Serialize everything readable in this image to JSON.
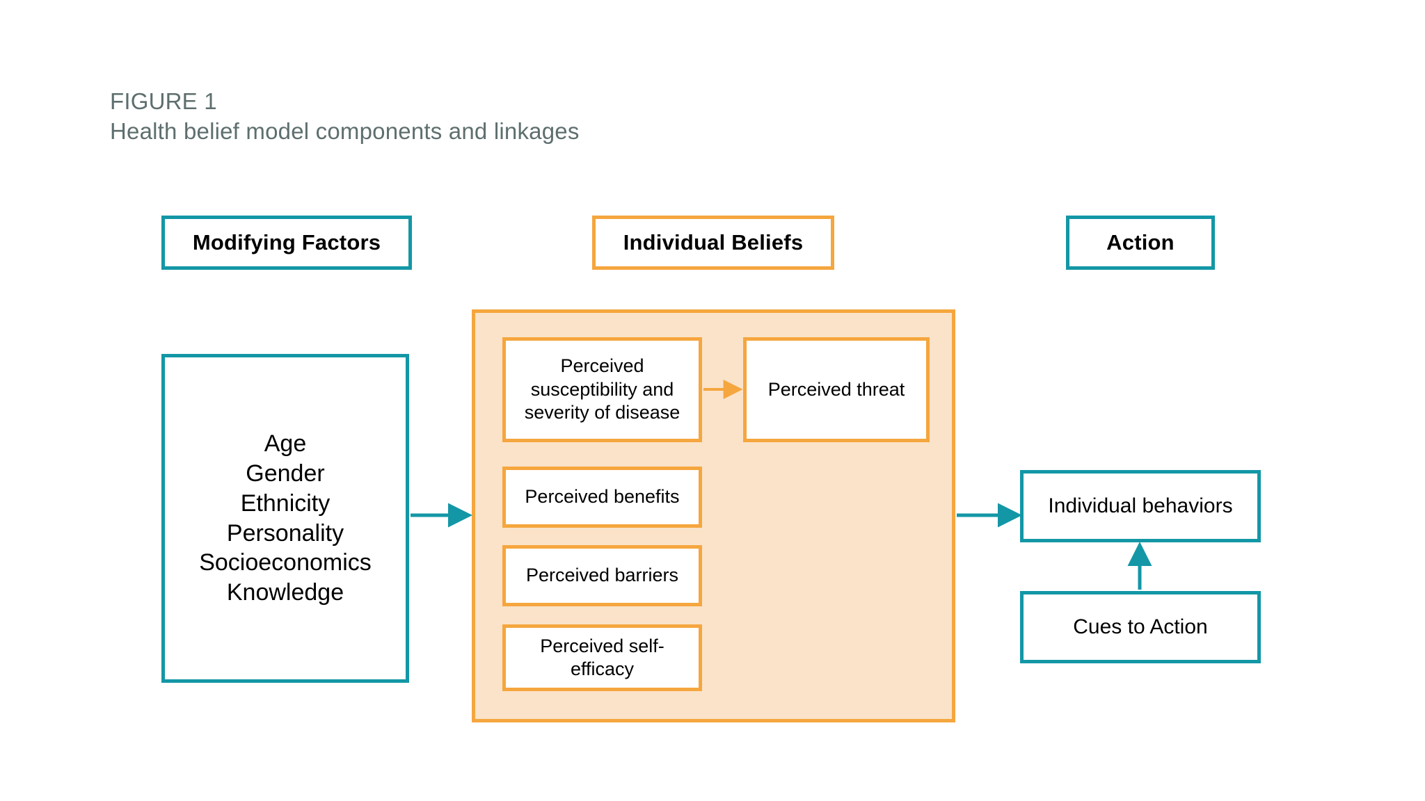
{
  "figure": {
    "label": "FIGURE 1",
    "title": "Health belief model components and linkages"
  },
  "colors": {
    "teal": "#1397a6",
    "orange": "#f5a63e",
    "panel_fill": "#fae3c9",
    "caption_gray": "#5e6e6e",
    "text_black": "#000000",
    "background": "#ffffff"
  },
  "columns": {
    "modifying_factors": {
      "header": "Modifying Factors",
      "accent": "#1397a6"
    },
    "individual_beliefs": {
      "header": "Individual Beliefs",
      "accent": "#f5a63e"
    },
    "action": {
      "header": "Action",
      "accent": "#1397a6"
    }
  },
  "modifying_factors_box": {
    "items": [
      "Age",
      "Gender",
      "Ethnicity",
      "Personality",
      "Socioeconomics",
      "Knowledge"
    ],
    "text": "Age\nGender\nEthnicity\nPersonality\nSocioeconomics\nKnowledge"
  },
  "beliefs": {
    "susceptibility": "Perceived susceptibility and severity of disease",
    "threat": "Perceived threat",
    "benefits": "Perceived benefits",
    "barriers": "Perceived barriers",
    "self_efficacy": "Perceived self-efficacy"
  },
  "action_boxes": {
    "individual_behaviors": "Individual behaviors",
    "cues_to_action": "Cues to Action"
  },
  "arrows": [
    {
      "name": "modifying-to-beliefs",
      "color": "#1397a6",
      "direction": "right"
    },
    {
      "name": "susceptibility-to-threat",
      "color": "#f5a63e",
      "direction": "right"
    },
    {
      "name": "beliefs-to-behaviors",
      "color": "#1397a6",
      "direction": "right"
    },
    {
      "name": "cues-to-behaviors",
      "color": "#1397a6",
      "direction": "up"
    }
  ]
}
